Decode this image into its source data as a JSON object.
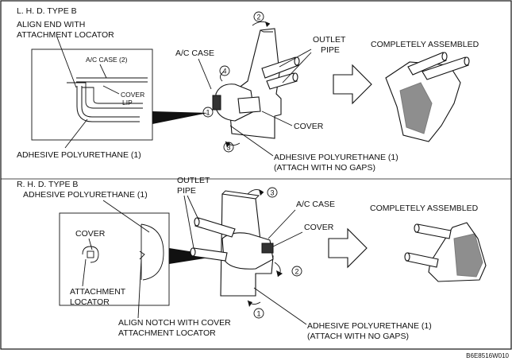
{
  "lhd": {
    "title": "L. H. D. TYPE B",
    "align_end_line1": "ALIGN END WITH",
    "align_end_line2": "ATTACHMENT LOCATOR",
    "ac_case_2": "A/C CASE (2)",
    "cover_lip_line1": "COVER",
    "cover_lip_line2": "LIP",
    "adhesive_1": "ADHESIVE POLYURETHANE (1)",
    "ac_case": "A/C CASE",
    "outlet_pipe_line1": "OUTLET",
    "outlet_pipe_line2": "PIPE",
    "cover": "COVER",
    "completely_assembled": "COMPLETELY ASSEMBLED",
    "adhesive_gaps_line1": "ADHESIVE POLYURETHANE (1)",
    "adhesive_gaps_line2": "(ATTACH WITH NO GAPS)",
    "steps": [
      "1",
      "2",
      "3",
      "4"
    ]
  },
  "rhd": {
    "title": "R. H. D. TYPE B",
    "adhesive_top": "ADHESIVE POLYURETHANE (1)",
    "outlet_pipe_line1": "OUTLET",
    "outlet_pipe_line2": "PIPE",
    "ac_case": "A/C CASE",
    "cover_detail": "COVER",
    "cover_main": "COVER",
    "attachment_line1": "ATTACHMENT",
    "attachment_line2": "LOCATOR",
    "completely_assembled": "COMPLETELY ASSEMBLED",
    "align_notch_line1": "ALIGN NOTCH WITH COVER",
    "align_notch_line2": "ATTACHMENT LOCATOR",
    "adhesive_gaps_line1": "ADHESIVE POLYURETHANE (1)",
    "adhesive_gaps_line2": "(ATTACH WITH NO GAPS)",
    "steps": [
      "1",
      "2",
      "3"
    ]
  },
  "figure_code": "B6E8516W010"
}
